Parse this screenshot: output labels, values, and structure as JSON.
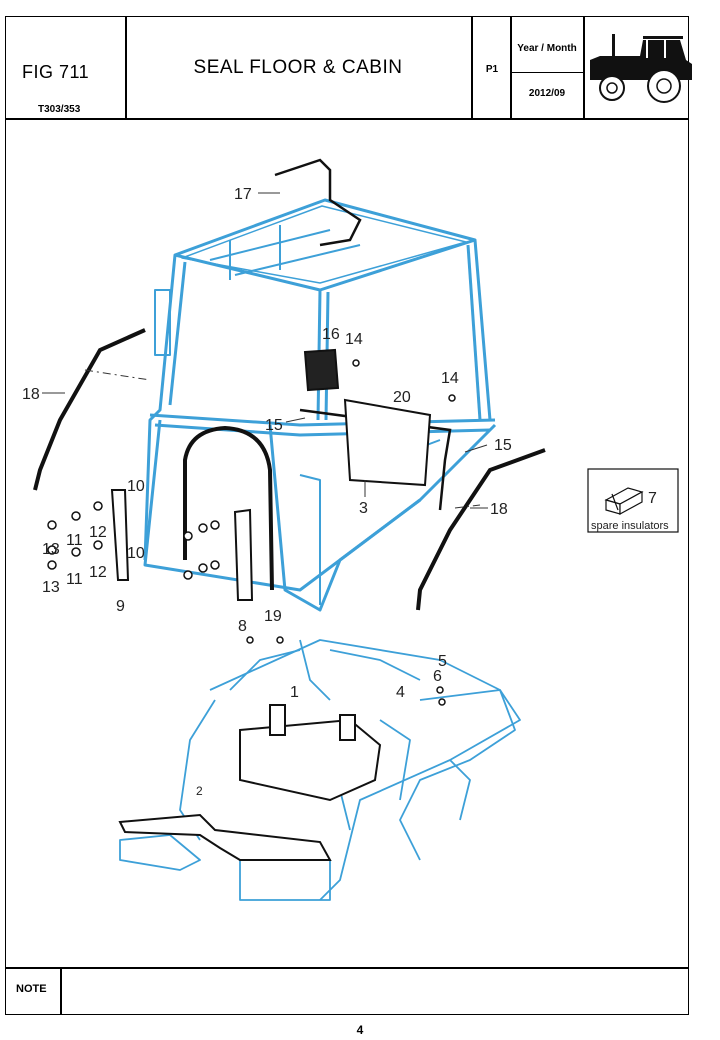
{
  "header": {
    "figure": "FIG 711",
    "model": "T303/353",
    "title": "SEAL FLOOR & CABIN",
    "page_code": "P1",
    "year_month_label": "Year / Month",
    "year_month_value": "2012/09",
    "thumbnail_icon": "tractor-icon"
  },
  "diagram": {
    "callouts": [
      "17",
      "18",
      "16",
      "14",
      "20",
      "14",
      "15",
      "15",
      "3",
      "18",
      "10",
      "12",
      "10",
      "12",
      "11",
      "11",
      "13",
      "13",
      "9",
      "8",
      "19",
      "5",
      "6",
      "4",
      "1",
      "2",
      "7"
    ],
    "spare_box_label": "spare insulators",
    "spare_box_icon": "insulator-block-icon",
    "colors": {
      "cabin_frame": "#3da0d8",
      "parts": "#111111"
    }
  },
  "footer": {
    "note_label": "NOTE",
    "page_number": "4"
  }
}
